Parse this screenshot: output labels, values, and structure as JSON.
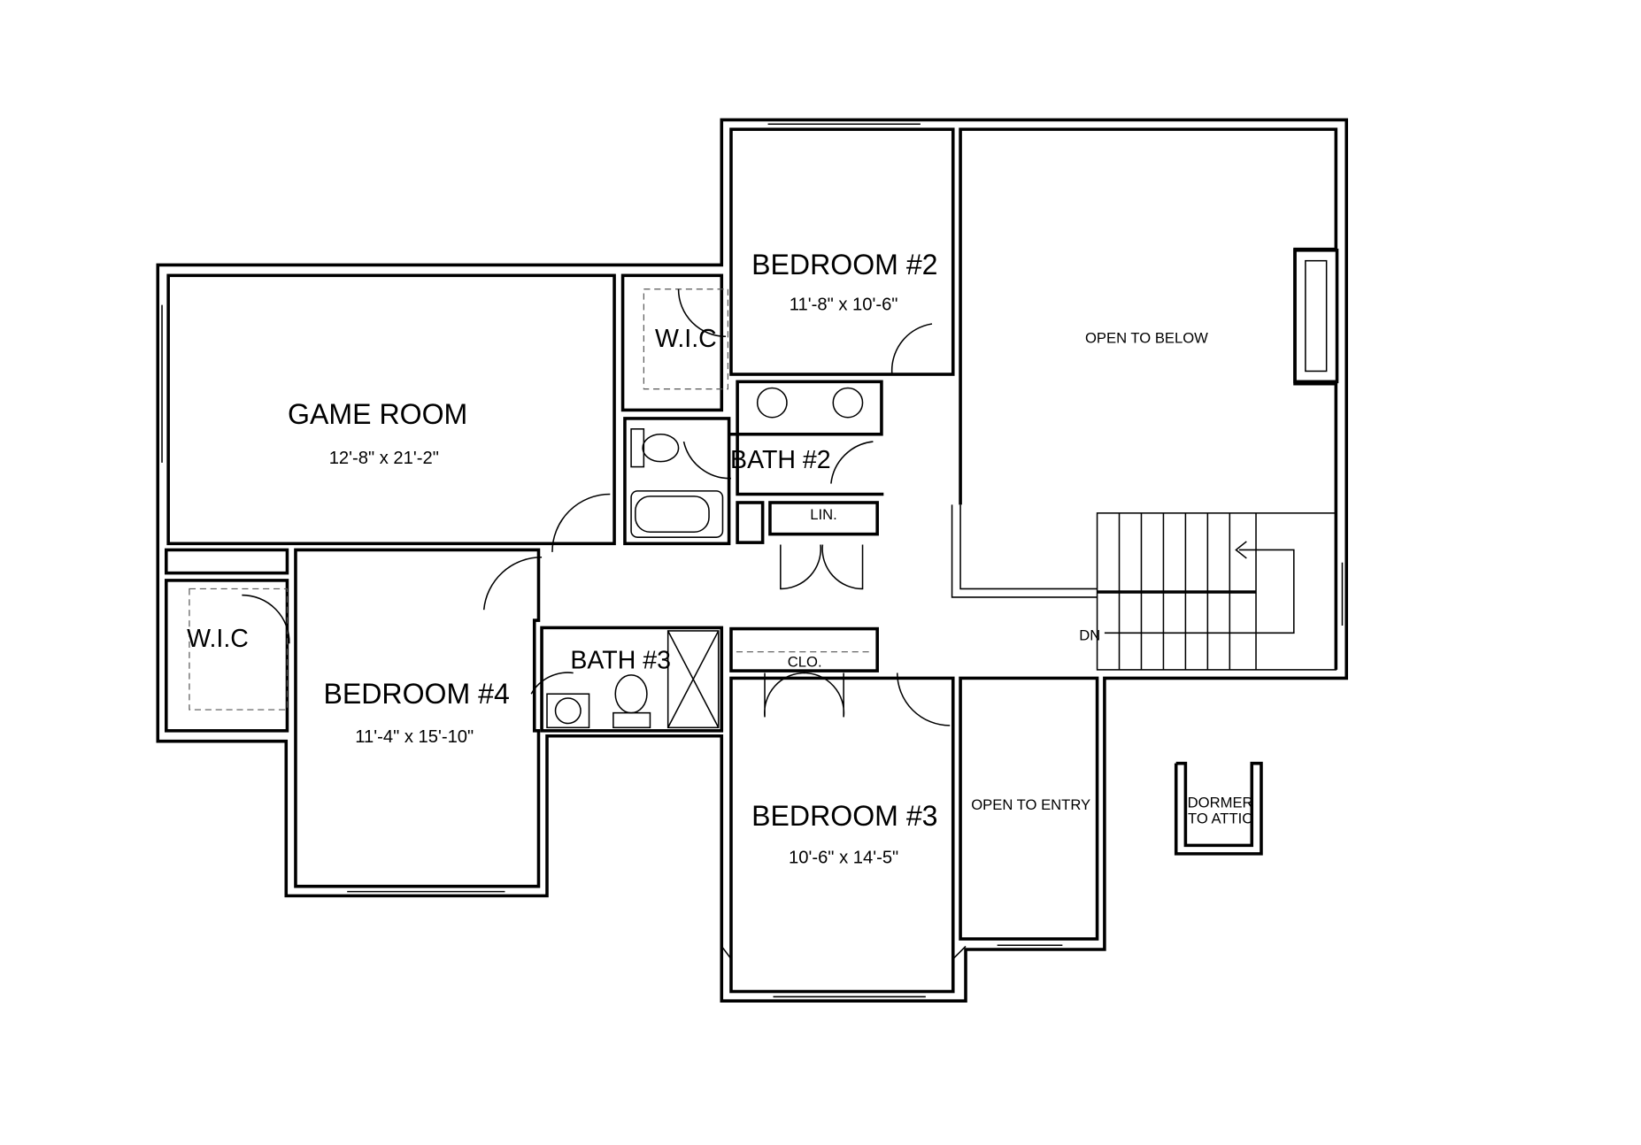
{
  "rooms": {
    "game_room": {
      "name": "GAME ROOM",
      "size": "12'-8\" x 21'-2\""
    },
    "bedroom2": {
      "name": "BEDROOM #2",
      "size": "11'-8\" x 10'-6\""
    },
    "bedroom3": {
      "name": "BEDROOM #3",
      "size": "10'-6\" x 14'-5\""
    },
    "bedroom4": {
      "name": "BEDROOM #4",
      "size": "11'-4\" x 15'-10\""
    },
    "bath2": {
      "name": "BATH #2"
    },
    "bath3": {
      "name": "BATH #3"
    },
    "wic_upper": {
      "name": "W.I.C"
    },
    "wic_left": {
      "name": "W.I.C"
    },
    "linen": {
      "name": "LIN."
    },
    "closet": {
      "name": "CLO."
    },
    "open_below": {
      "name": "OPEN TO BELOW"
    },
    "open_entry": {
      "name": "OPEN TO ENTRY"
    },
    "dormer": {
      "line1": "DORMER",
      "line2": "TO ATTIC"
    },
    "stairs": {
      "label": "DN"
    }
  }
}
